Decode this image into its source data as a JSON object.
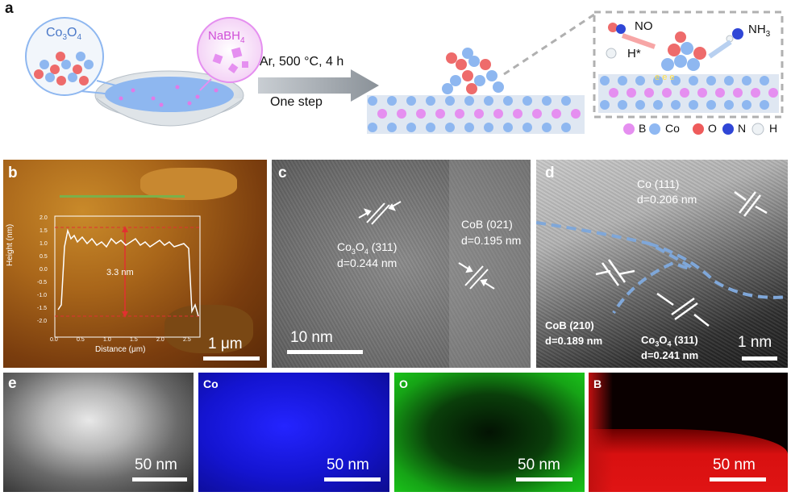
{
  "panel_a": {
    "label": "a",
    "precursor_1": {
      "base": "Co",
      "sub1": "3",
      "mid": "O",
      "sub2": "4"
    },
    "precursor_2": {
      "base": "NaBH",
      "sub": "4"
    },
    "condition": "Ar, 500 °C, 4 h",
    "method": "One step",
    "inset": {
      "species_1": "NO",
      "species_2": "H*",
      "product_base": "NH",
      "product_sub": "3",
      "electron": "e"
    },
    "legend": [
      {
        "label": "B",
        "color": "#e58ff0"
      },
      {
        "label": "Co",
        "color": "#8fb8f2"
      },
      {
        "label": "O",
        "color": "#ee5b5b"
      },
      {
        "label": "N",
        "color": "#2f46d6"
      },
      {
        "label": "H",
        "color": "#eef2f5"
      }
    ]
  },
  "panel_b": {
    "label": "b",
    "xlabel": "Distance (μm)",
    "ylabel": "Height (nm)",
    "xticks": [
      "0.0",
      "0.5",
      "1.0",
      "1.5",
      "2.0",
      "2.5"
    ],
    "yticks": [
      "2.0",
      "1.5",
      "1.0",
      "0.5",
      "0.0",
      "-0.5",
      "-1.0",
      "-1.5",
      "-2.0"
    ],
    "annotation": "3.3 nm",
    "scale_bar": "1 μm"
  },
  "panel_c": {
    "label": "c",
    "fringe_1": {
      "name_base": "Co",
      "sub1": "3",
      "mid": "O",
      "sub2": "4",
      "plane": " (311)",
      "d": "d=0.244 nm"
    },
    "fringe_2": {
      "name": "CoB (021)",
      "d": "d=0.195 nm"
    },
    "scale_bar": "10 nm"
  },
  "panel_d": {
    "label": "d",
    "phase_1": {
      "name": "Co (111)",
      "d": "d=0.206 nm"
    },
    "phase_2": {
      "name": "CoB (210)",
      "d": "d=0.189 nm"
    },
    "phase_3": {
      "name_base": "Co",
      "sub1": "3",
      "mid": "O",
      "sub2": "4",
      "plane": " (311)",
      "d": "d=0.241 nm"
    },
    "scale_bar": "1 nm"
  },
  "panel_e": {
    "label": "e",
    "maps": [
      {
        "element": "Co",
        "color": "#1515e0"
      },
      {
        "element": "O",
        "color": "#18b018"
      },
      {
        "element": "B",
        "color": "#e01010"
      }
    ],
    "scale_bar": "50 nm"
  }
}
